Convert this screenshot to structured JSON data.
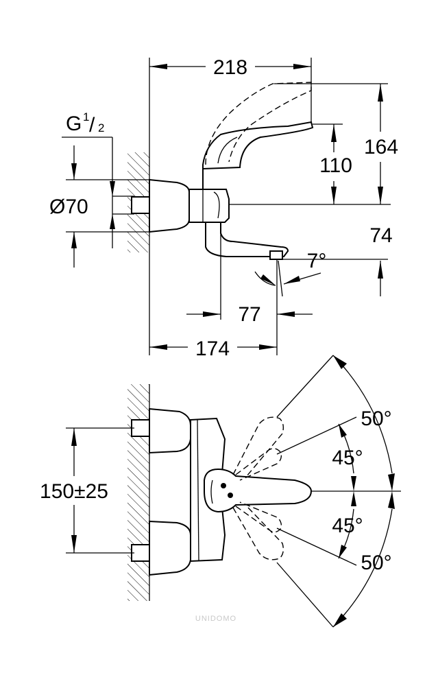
{
  "side_view": {
    "width_label": "218",
    "total_height_label": "164",
    "lever_height_label": "110",
    "spout_label": "74",
    "angle_label": "7°",
    "spout_offset_label": "77",
    "depth_label": "174",
    "thread_main": "G",
    "thread_num": "1",
    "thread_den": "2",
    "diameter_label": "Ø70"
  },
  "top_view": {
    "center_distance_label": "150±25",
    "angle_upper_outer": "50°",
    "angle_upper_inner": "45°",
    "angle_lower_inner": "45°",
    "angle_lower_outer": "50°"
  },
  "watermark": "UNIDOMO"
}
